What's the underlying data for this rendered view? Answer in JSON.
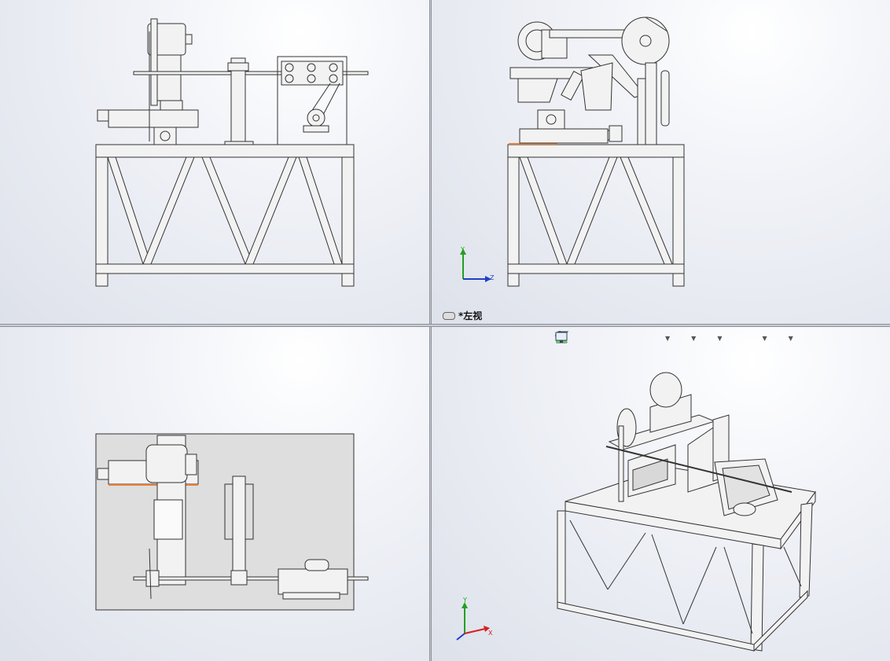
{
  "views": {
    "top_left": {
      "name": "front-view"
    },
    "top_right": {
      "name": "left-view",
      "label": "*左视"
    },
    "bottom_left": {
      "name": "top-view"
    },
    "bottom_right": {
      "name": "isometric-view"
    }
  },
  "triad_left": {
    "axis1": "Y",
    "axis2": "Z"
  },
  "triad_iso": {
    "axis1": "Y",
    "axis2": "X"
  },
  "hud_toolbar": {
    "icons": [
      "zoom-to-fit-icon",
      "zoom-to-area-icon",
      "previous-view-icon",
      "section-view-icon",
      "dynamic-annotation-icon",
      "view-orientation-icon",
      "display-style-icon",
      "hide-show-items-icon",
      "edit-appearance-icon",
      "apply-scene-icon",
      "view-settings-icon"
    ]
  },
  "colors": {
    "background_top": "#ffffff",
    "background_bottom": "#dde1ea",
    "line": "#3a3a3a",
    "face": "#f0f0f0",
    "highlight": "#e8823a",
    "axis_x": "#d62020",
    "axis_y": "#22a022",
    "axis_z": "#2040c8"
  }
}
